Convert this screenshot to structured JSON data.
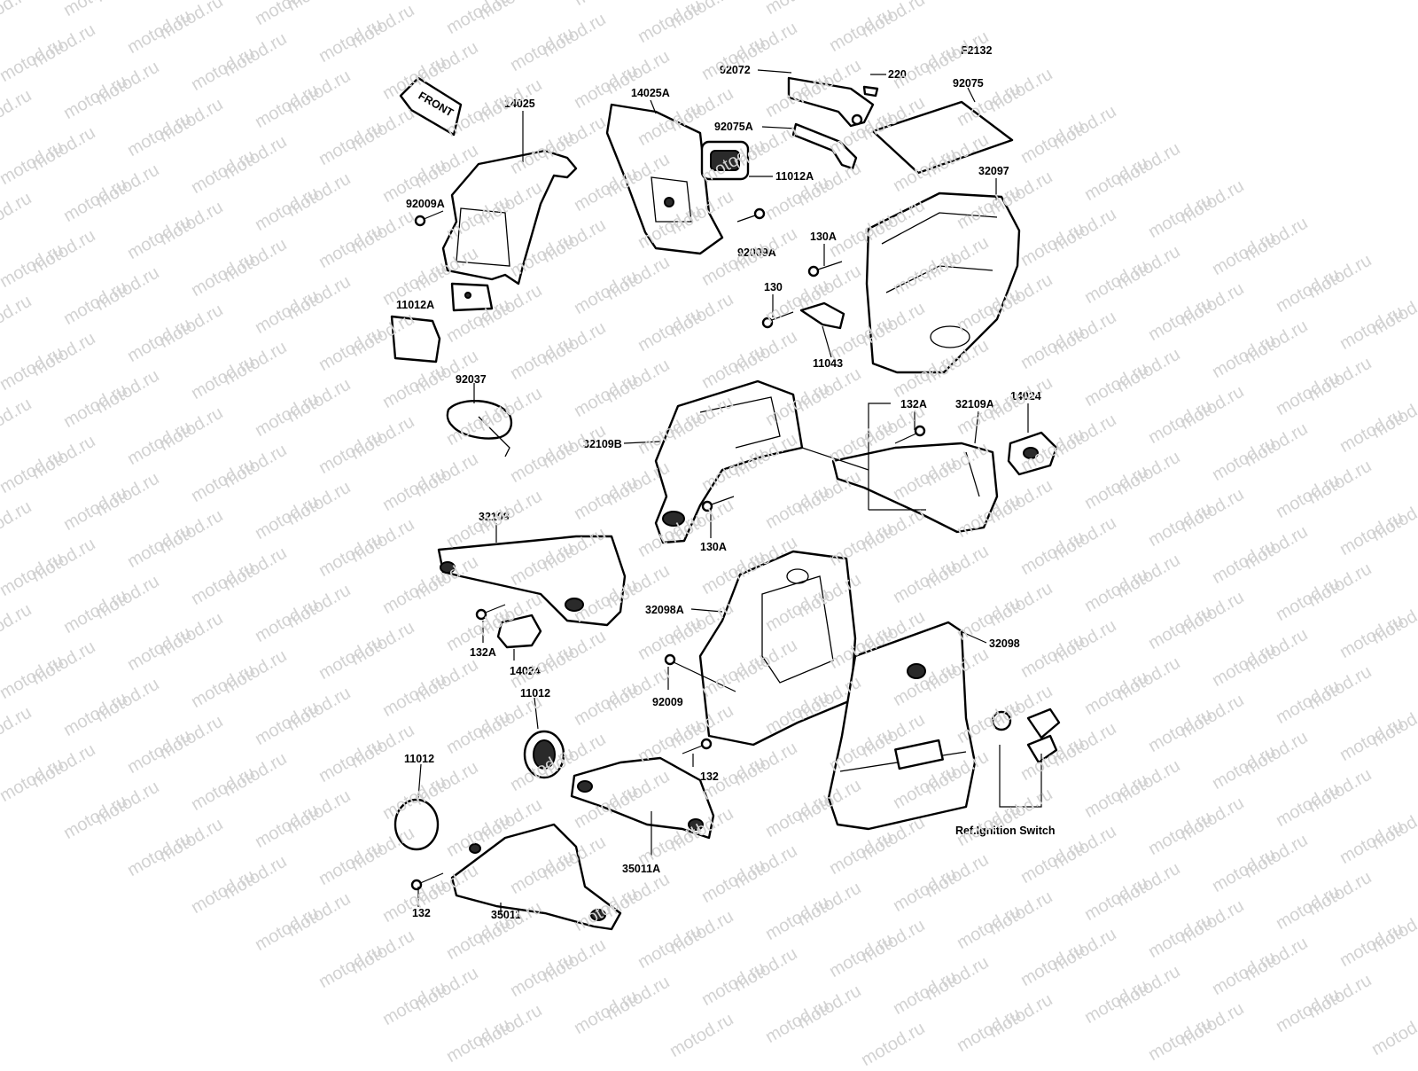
{
  "figure_code": "F2132",
  "watermark_text": "motod.ru",
  "arrow_label": "FRONT",
  "ref_note": "Ref.Ignition Switch",
  "labels": {
    "p92072": "92072",
    "p220": "220",
    "p92075": "92075",
    "p92075A": "92075A",
    "p14025": "14025",
    "p14025A": "14025A",
    "p11012A_top": "11012A",
    "p32097": "32097",
    "p92009A_left": "92009A",
    "p92009A_mid": "92009A",
    "p130A_top": "130A",
    "p130": "130",
    "p11043": "11043",
    "p11012A_left": "11012A",
    "p92037": "92037",
    "p132A_right": "132A",
    "p32109A": "32109A",
    "p14024_right": "14024",
    "p32109B": "32109B",
    "p130A_bottom": "130A",
    "p32109": "32109",
    "p132A_left": "132A",
    "p14024_left": "14024",
    "p32098A": "32098A",
    "p32098": "32098",
    "p92009": "92009",
    "p11012_mid": "11012",
    "p132_mid": "132",
    "p11012_left": "11012",
    "p35011A": "35011A",
    "p132_bottom": "132",
    "p35011": "35011"
  },
  "colors": {
    "line": "#000000",
    "background": "#ffffff",
    "watermark": "#d2d2d2",
    "fill_dark": "#2a2a2a"
  }
}
